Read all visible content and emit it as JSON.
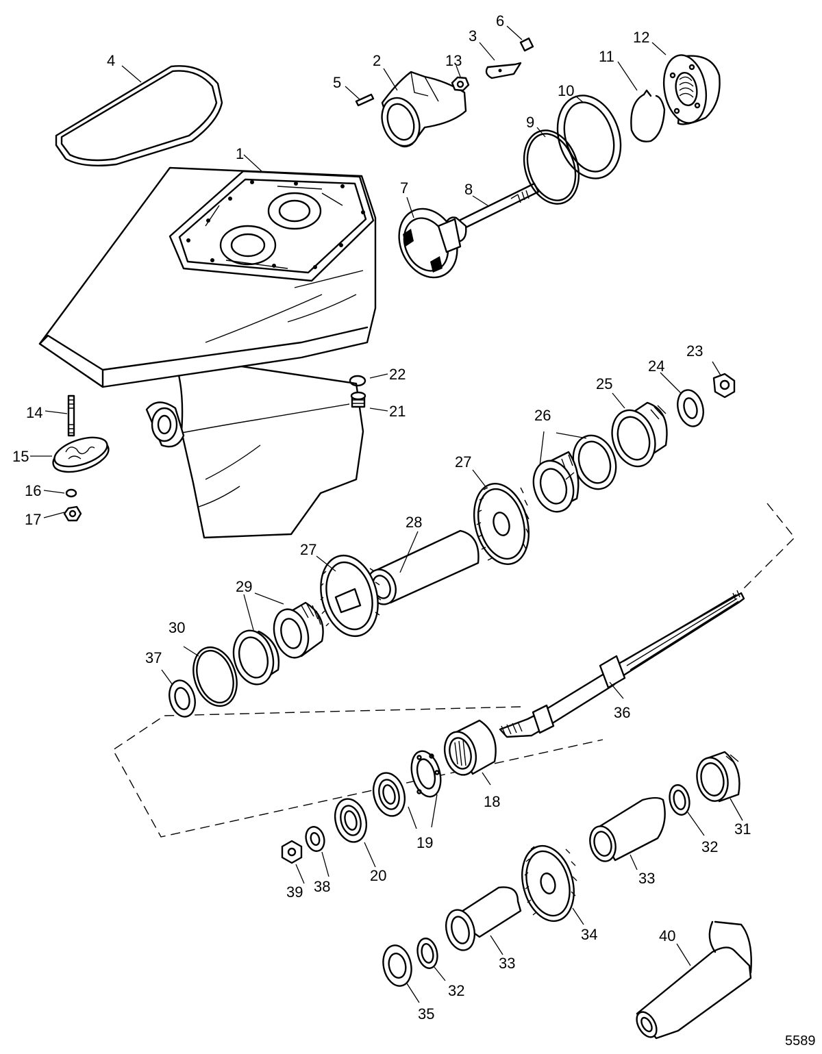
{
  "figure_number": "5589",
  "callouts": [
    {
      "id": "1",
      "label": "1",
      "part": "gear-housing"
    },
    {
      "id": "2",
      "label": "2",
      "part": "water-inlet-cover"
    },
    {
      "id": "3",
      "label": "3",
      "part": "anode"
    },
    {
      "id": "4",
      "label": "4",
      "part": "housing-gasket"
    },
    {
      "id": "5",
      "label": "5",
      "part": "pin"
    },
    {
      "id": "6",
      "label": "6",
      "part": "pin"
    },
    {
      "id": "7",
      "label": "7",
      "part": "bearing-carrier-cap"
    },
    {
      "id": "8",
      "label": "8",
      "part": "stud"
    },
    {
      "id": "9",
      "label": "9",
      "part": "o-ring"
    },
    {
      "id": "10",
      "label": "10",
      "part": "washer"
    },
    {
      "id": "11",
      "label": "11",
      "part": "retaining-ring"
    },
    {
      "id": "12",
      "label": "12",
      "part": "retainer-nut"
    },
    {
      "id": "13",
      "label": "13",
      "part": "nut"
    },
    {
      "id": "14",
      "label": "14",
      "part": "stud"
    },
    {
      "id": "15",
      "label": "15",
      "part": "cover"
    },
    {
      "id": "16",
      "label": "16",
      "part": "washer"
    },
    {
      "id": "17",
      "label": "17",
      "part": "nut"
    },
    {
      "id": "18",
      "label": "18",
      "part": "needle-bearing"
    },
    {
      "id": "19",
      "label": "19",
      "part": "seal-pair"
    },
    {
      "id": "20",
      "label": "20",
      "part": "seal"
    },
    {
      "id": "21",
      "label": "21",
      "part": "screw"
    },
    {
      "id": "22",
      "label": "22",
      "part": "washer"
    },
    {
      "id": "23",
      "label": "23",
      "part": "nut"
    },
    {
      "id": "24",
      "label": "24",
      "part": "washer"
    },
    {
      "id": "25",
      "label": "25",
      "part": "bearing-cup"
    },
    {
      "id": "26",
      "label": "26",
      "part": "tapered-bearing"
    },
    {
      "id": "27",
      "label": "27",
      "part": "gear"
    },
    {
      "id": "28",
      "label": "28",
      "part": "spacer"
    },
    {
      "id": "29",
      "label": "29",
      "part": "tapered-bearing"
    },
    {
      "id": "30",
      "label": "30",
      "part": "o-ring"
    },
    {
      "id": "31",
      "label": "31",
      "part": "bearing-cup"
    },
    {
      "id": "32",
      "label": "32",
      "part": "washer"
    },
    {
      "id": "33",
      "label": "33",
      "part": "spacer"
    },
    {
      "id": "34",
      "label": "34",
      "part": "gear"
    },
    {
      "id": "35",
      "label": "35",
      "part": "washer"
    },
    {
      "id": "36",
      "label": "36",
      "part": "shaft"
    },
    {
      "id": "37",
      "label": "37",
      "part": "washer"
    },
    {
      "id": "38",
      "label": "38",
      "part": "washer"
    },
    {
      "id": "39",
      "label": "39",
      "part": "nut"
    },
    {
      "id": "40",
      "label": "40",
      "part": "tool-sleeve"
    }
  ]
}
